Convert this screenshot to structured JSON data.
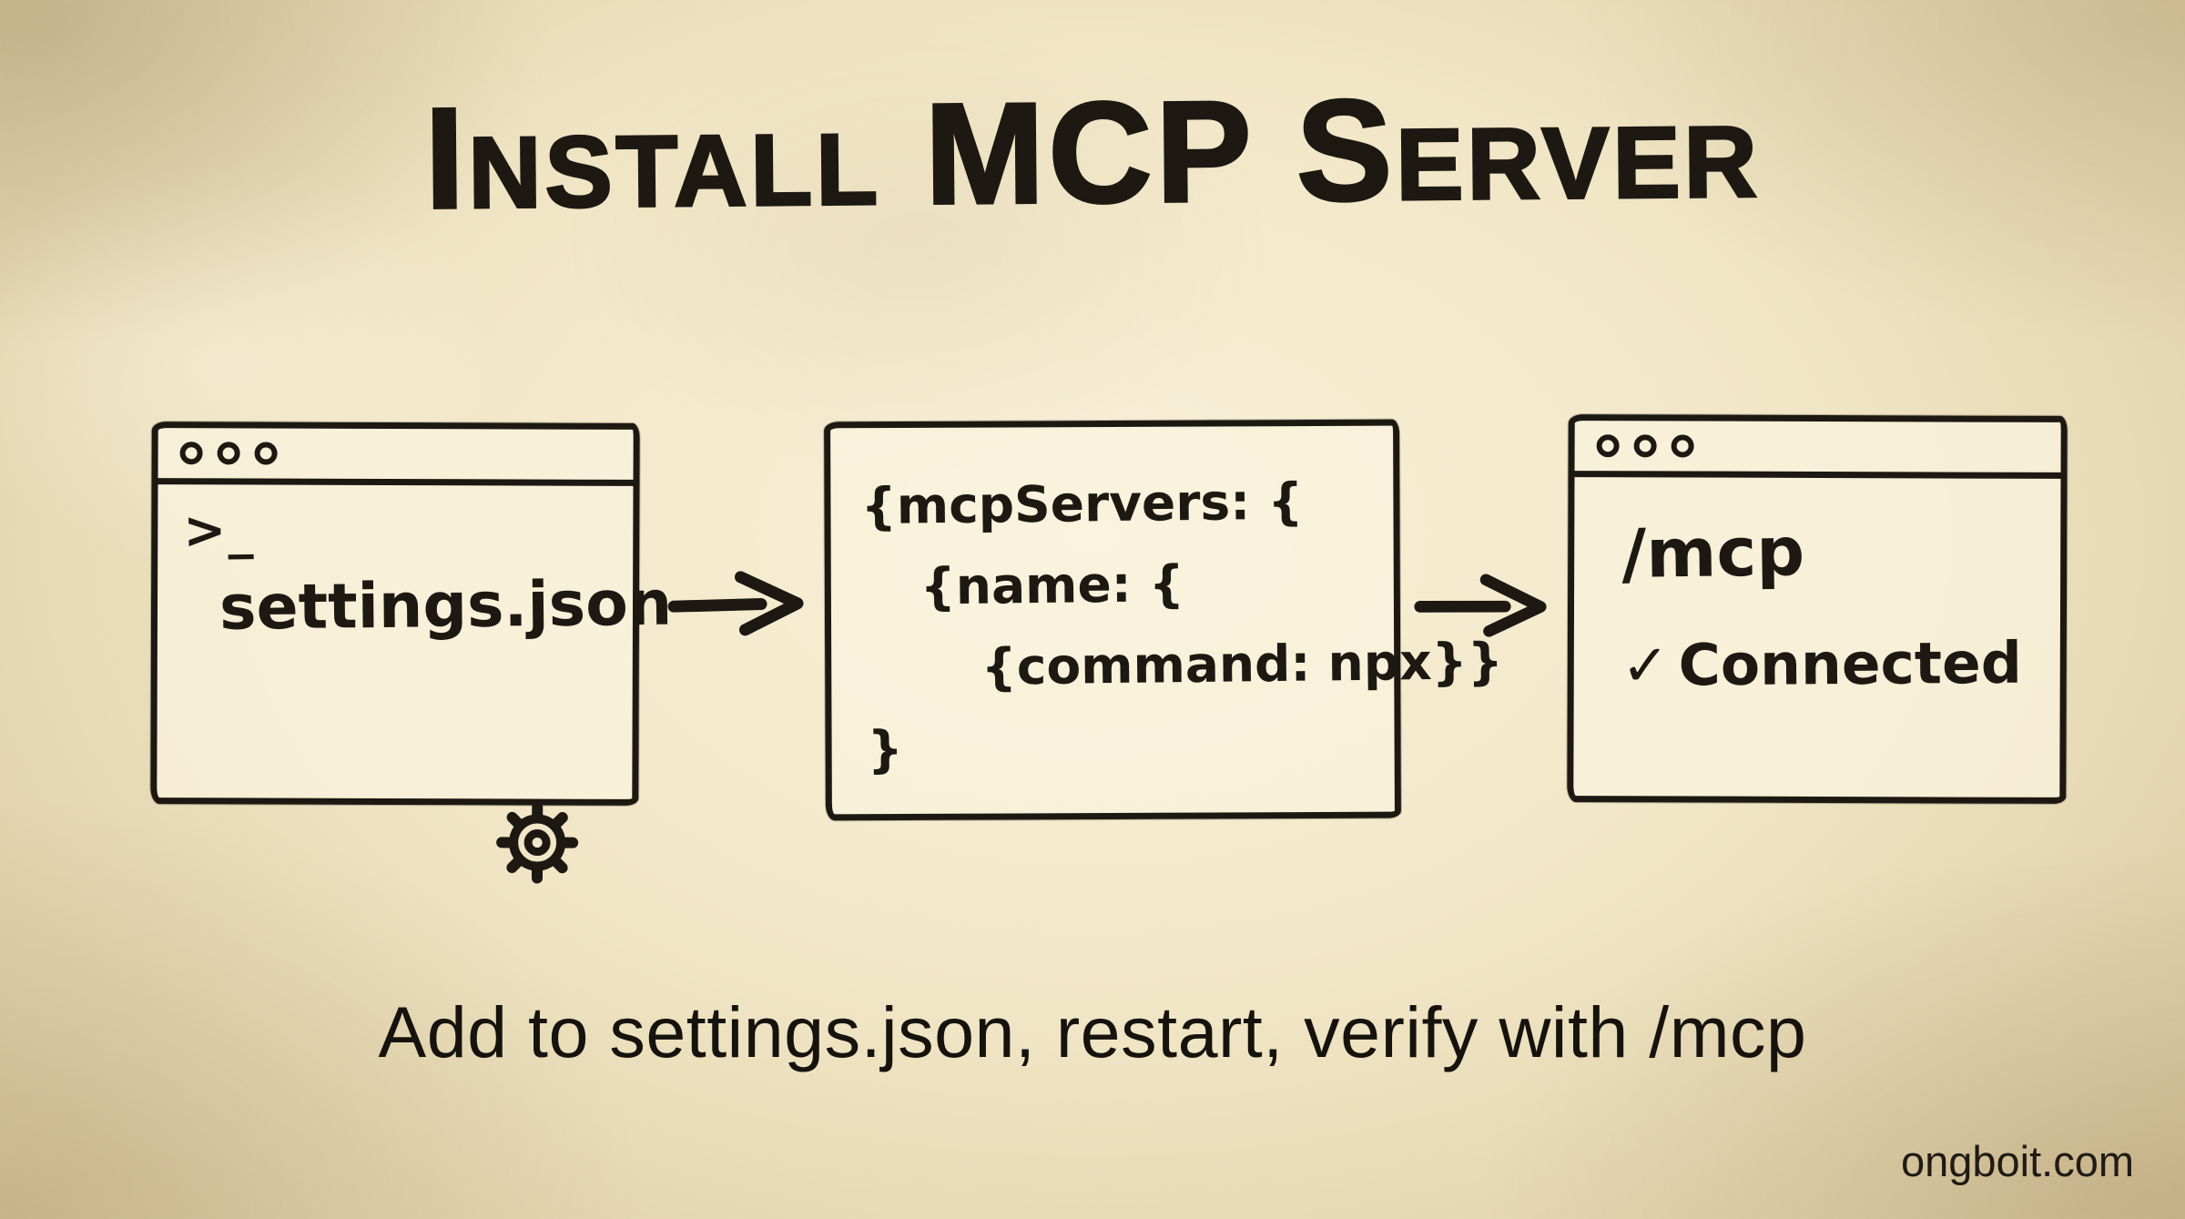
{
  "title": "Install MCP Server",
  "caption": "Add to settings.json, restart, verify with /mcp",
  "watermark": "ongboit.com",
  "colors": {
    "ink": "#1d1812",
    "paper": "#f1e6c6",
    "paper_light": "#f9f1da",
    "paper_edge": "#cdb98d"
  },
  "steps": [
    {
      "name": "settings-json-window",
      "window_controls": "three-circles",
      "prompt": ">_",
      "filename": "settings.json",
      "icon": "gear-icon"
    },
    {
      "name": "mcp-config-panel",
      "lines": [
        "{mcpServers: {",
        "{name: {",
        "{command: npx}}",
        "}"
      ]
    },
    {
      "name": "verify-window",
      "window_controls": "three-circles",
      "command": "/mcp",
      "status_check": "✓",
      "status_label": "Connected"
    }
  ],
  "arrows": {
    "glyph": "→",
    "count": 2
  }
}
